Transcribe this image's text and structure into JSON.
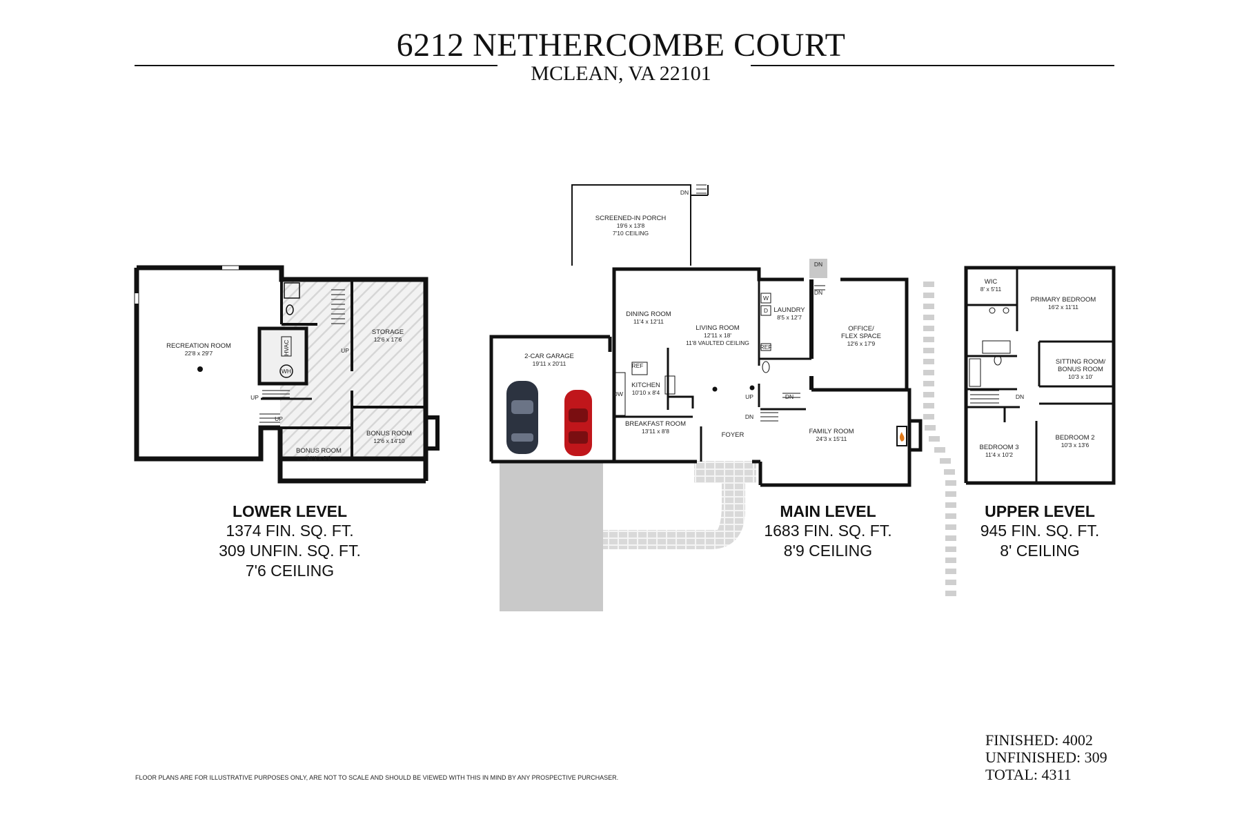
{
  "header": {
    "title": "6212 NETHERCOMBE COURT",
    "subtitle": "MCLEAN, VA 22101"
  },
  "levels": [
    {
      "name": "LOWER LEVEL",
      "lines": [
        "1374 FIN. SQ. FT.",
        "309 UNFIN. SQ. FT.",
        "7'6 CEILING"
      ]
    },
    {
      "name": "MAIN LEVEL",
      "lines": [
        "1683 FIN. SQ. FT.",
        "8'9 CEILING"
      ]
    },
    {
      "name": "UPPER LEVEL",
      "lines": [
        "945 FIN. SQ. FT.",
        "8' CEILING"
      ]
    }
  ],
  "rooms": {
    "recreation": {
      "name": "RECREATION ROOM",
      "dims": "22'8 x 29'7"
    },
    "storage": {
      "name": "STORAGE",
      "dims": "12'6 x 17'6"
    },
    "bonus_left": {
      "name": "BONUS ROOM",
      "dims": "11'1 x 8'9"
    },
    "bonus_right": {
      "name": "BONUS ROOM",
      "dims": "12'6 x 14'10"
    },
    "garage": {
      "name": "2-CAR GARAGE",
      "dims": "19'11 x 20'11"
    },
    "porch": {
      "name": "SCREENED-IN PORCH",
      "dims": "19'6 x 13'8",
      "note": "7'10 CEILING"
    },
    "dining": {
      "name": "DINING ROOM",
      "dims": "11'4 x 12'11"
    },
    "living": {
      "name": "LIVING ROOM",
      "dims": "12'11 x 18'",
      "note": "11'8 VAULTED CEILING"
    },
    "kitchen": {
      "name": "KITCHEN",
      "dims": "10'10 x 8'4"
    },
    "breakfast": {
      "name": "BREAKFAST ROOM",
      "dims": "13'11 x 8'8"
    },
    "foyer": {
      "name": "FOYER"
    },
    "laundry": {
      "name": "LAUNDRY",
      "dims": "8'5 x 12'7"
    },
    "office": {
      "name": "OFFICE/",
      "name2": "FLEX SPACE",
      "dims": "12'6 x 17'9"
    },
    "family": {
      "name": "FAMILY ROOM",
      "dims": "24'3 x 15'11"
    },
    "wic": {
      "name": "WIC",
      "dims": "8' x 5'11"
    },
    "primary": {
      "name": "PRIMARY BEDROOM",
      "dims": "16'2 x 11'11"
    },
    "sitting": {
      "name": "SITTING ROOM/",
      "name2": "BONUS ROOM",
      "dims": "10'3 x 10'"
    },
    "bed3": {
      "name": "BEDROOM 3",
      "dims": "11'4 x 10'2"
    },
    "bed2": {
      "name": "BEDROOM 2",
      "dims": "10'3 x 13'6"
    }
  },
  "fixtures": {
    "hvac": "HVAC",
    "wh": "WH",
    "up": "UP",
    "dn": "DN",
    "ref": "REF",
    "dw": "DW",
    "w": "W",
    "d": "D"
  },
  "disclaimer": "FLOOR PLANS ARE FOR ILLUSTRATIVE PURPOSES ONLY, ARE NOT TO SCALE AND SHOULD BE VIEWED WITH THIS IN MIND BY ANY PROSPECTIVE PURCHASER.",
  "totals": {
    "finished": "FINISHED: 4002",
    "unfinished": "UNFINISHED: 309",
    "total": "TOTAL: 4311"
  },
  "colors": {
    "wall": "#111111",
    "driveway": "#c9c9c9",
    "paver": "#d4d4d4",
    "car_dark": "#2c3340",
    "car_red": "#c0161b",
    "fireplace": "#e07a1a"
  }
}
